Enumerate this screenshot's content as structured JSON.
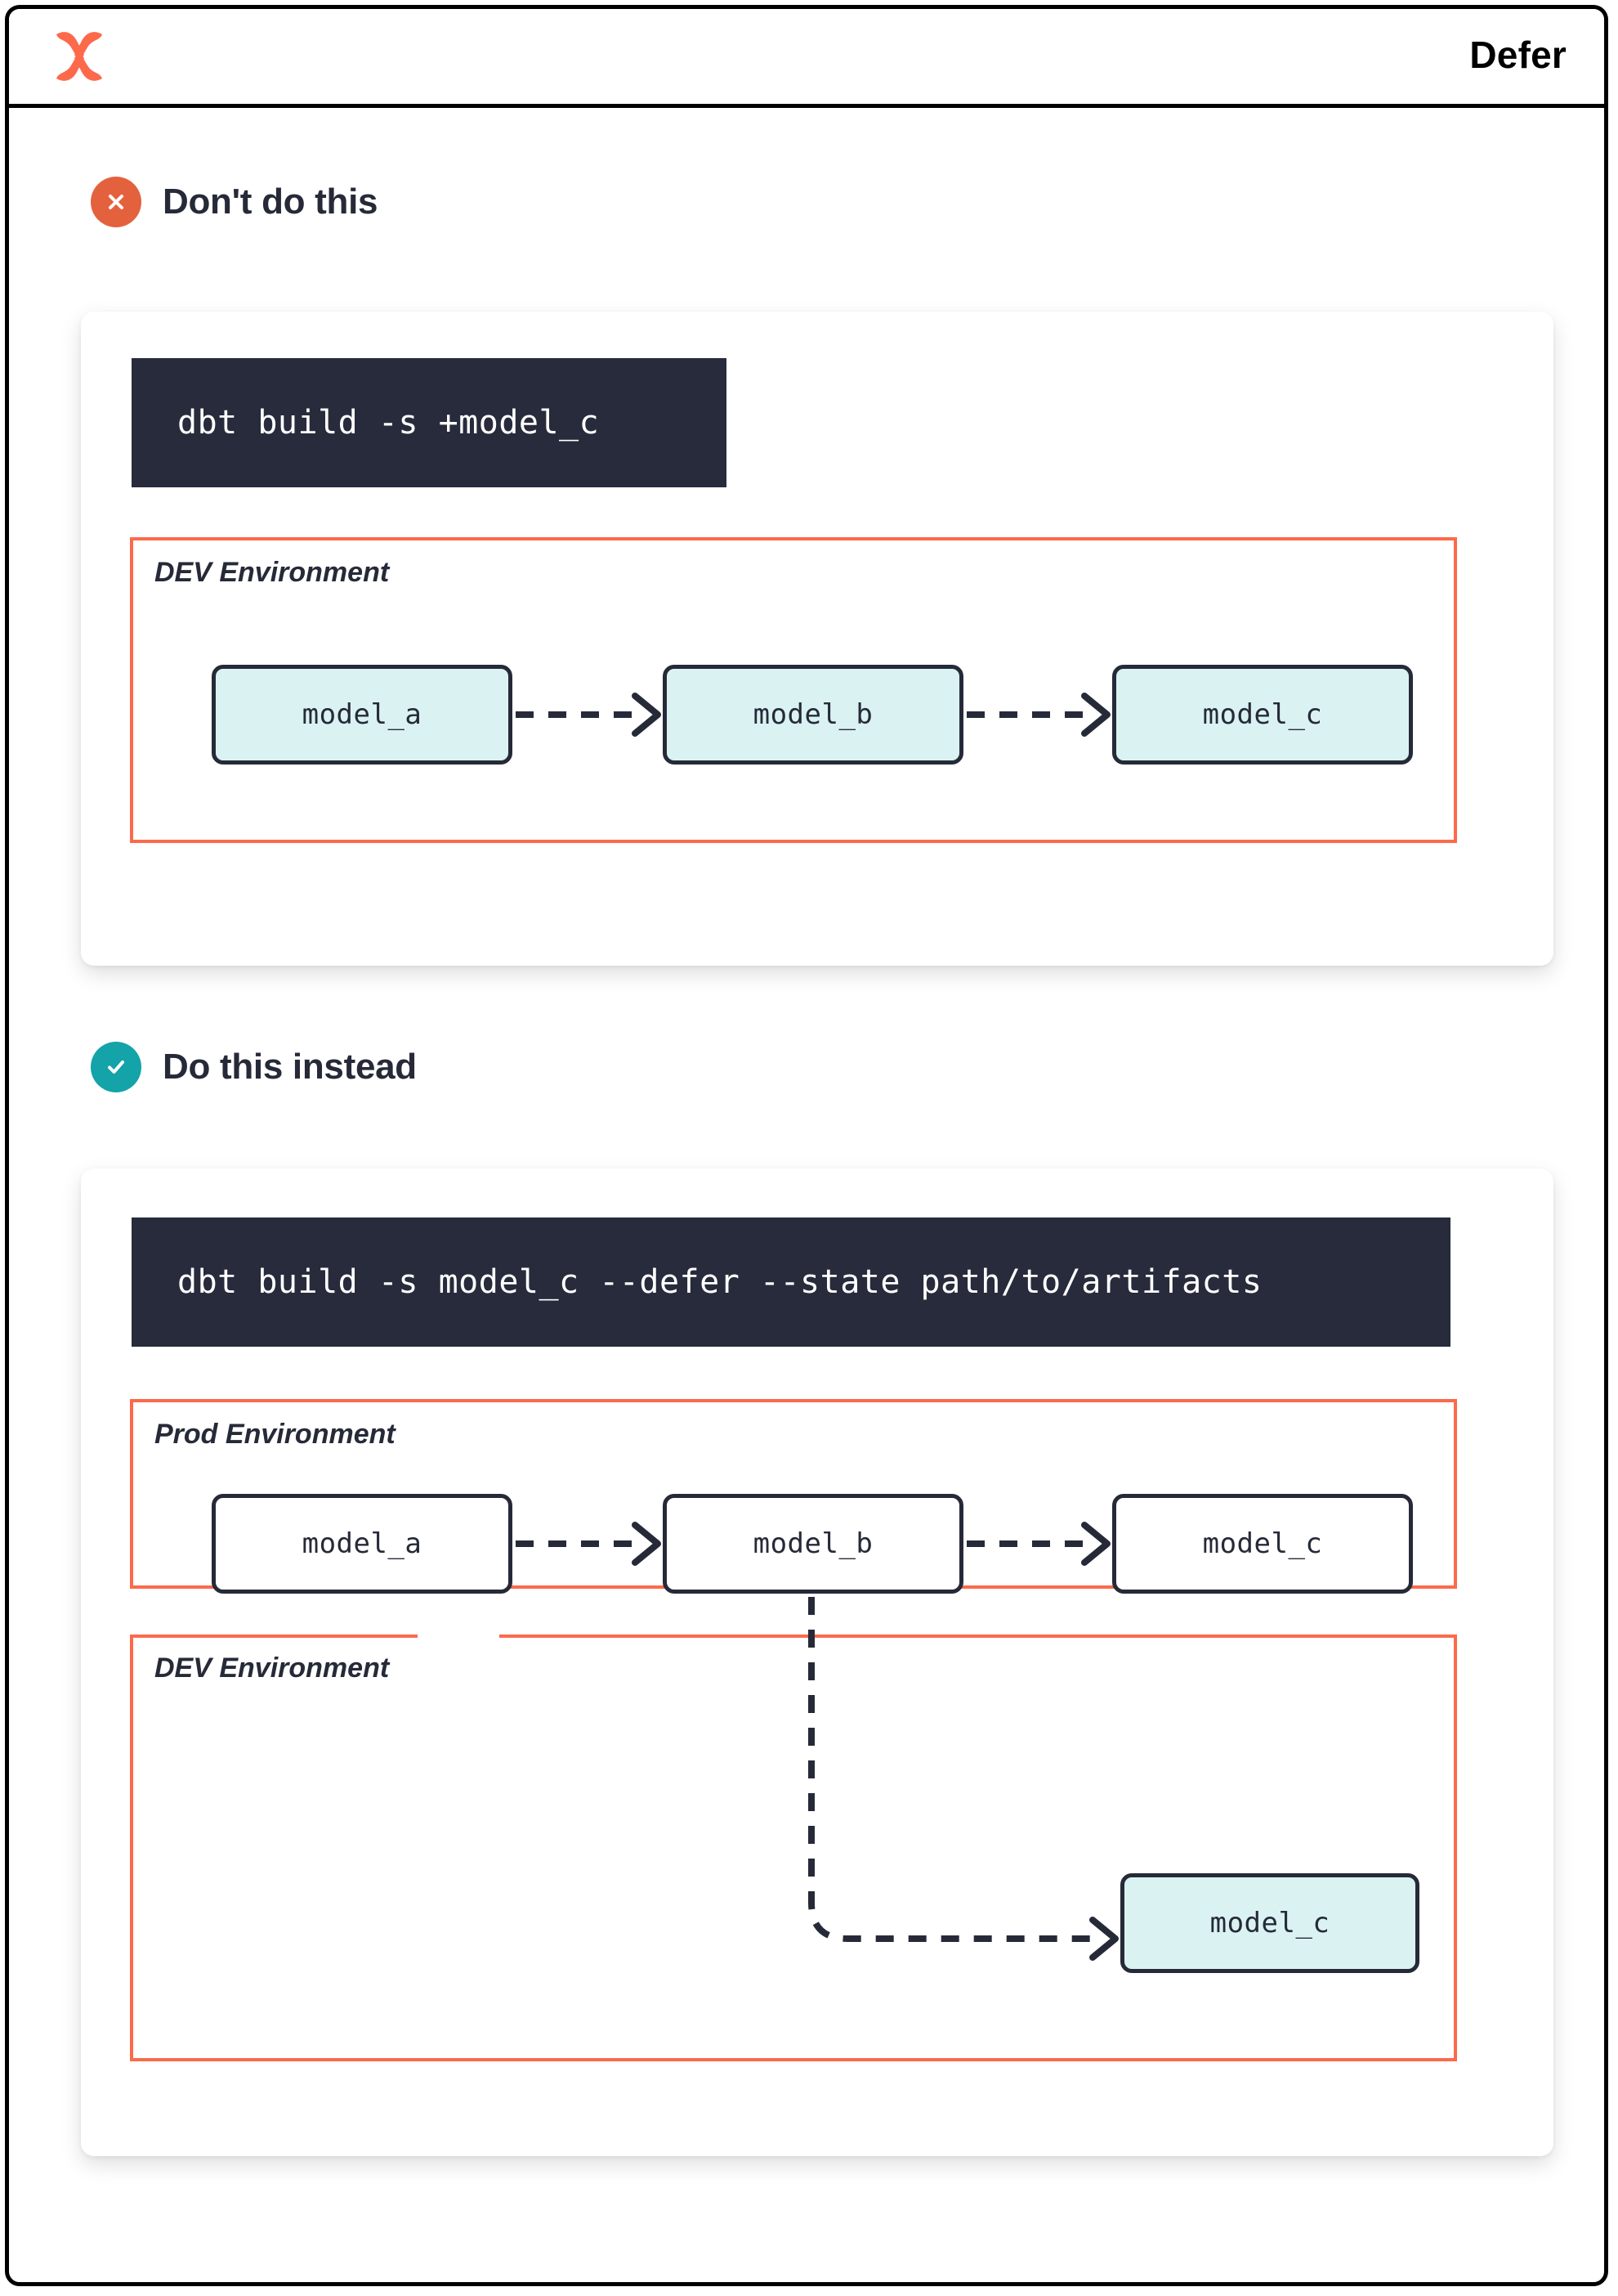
{
  "header": {
    "title": "Defer",
    "logo_icon": "dbt-x-logo-icon",
    "logo_color": "#FC6A4B"
  },
  "colors": {
    "accent_orange": "#FC6A4B",
    "bad_badge": "#E4613E",
    "good_badge": "#13A3A8",
    "node_fill_cyan": "#DAF3F2",
    "node_fill_white": "#FFFFFF",
    "ink": "#262A38",
    "code_bg": "#272B3B"
  },
  "sections": [
    {
      "id": "dont-do-this",
      "badge_icon": "x-circle-icon",
      "badge_kind": "bad",
      "title": "Don't do this",
      "command": "dbt build -s +model_c",
      "environments": [
        {
          "id": "dev",
          "label": "DEV Environment",
          "nodes": [
            {
              "label": "model_a",
              "fill": "cyan"
            },
            {
              "label": "model_b",
              "fill": "cyan"
            },
            {
              "label": "model_c",
              "fill": "cyan"
            }
          ],
          "edges": [
            {
              "from": "model_a",
              "to": "model_b",
              "style": "dashed"
            },
            {
              "from": "model_b",
              "to": "model_c",
              "style": "dashed"
            }
          ]
        }
      ]
    },
    {
      "id": "do-this-instead",
      "badge_icon": "check-circle-icon",
      "badge_kind": "good",
      "title": "Do this instead",
      "command": "dbt build -s model_c --defer --state path/to/artifacts",
      "environments": [
        {
          "id": "prod",
          "label": "Prod Environment",
          "nodes": [
            {
              "label": "model_a",
              "fill": "white"
            },
            {
              "label": "model_b",
              "fill": "white"
            },
            {
              "label": "model_c",
              "fill": "white"
            }
          ],
          "edges": [
            {
              "from": "model_a",
              "to": "model_b",
              "style": "dashed"
            },
            {
              "from": "model_b",
              "to": "model_c",
              "style": "dashed"
            }
          ]
        },
        {
          "id": "dev",
          "label": "DEV Environment",
          "nodes": [
            {
              "label": "model_c",
              "fill": "cyan"
            }
          ],
          "edges": [
            {
              "from": "prod.model_b",
              "to": "dev.model_c",
              "style": "dashed"
            }
          ]
        }
      ]
    }
  ]
}
